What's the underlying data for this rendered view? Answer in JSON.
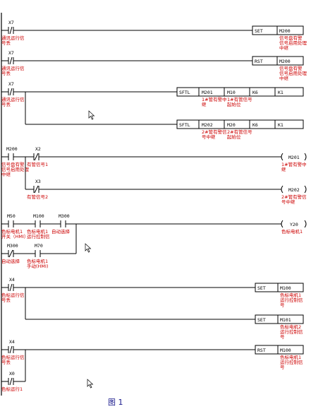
{
  "figure": {
    "caption": "图 1"
  },
  "rungs": {
    "r1": {
      "contact": {
        "addr": "X7",
        "comment": [
          "通讯运行信",
          "号丢"
        ]
      },
      "instr": {
        "op": "SET",
        "dev": "M200",
        "comment": [
          "信号盘有警",
          "信号启用处理",
          "中继"
        ]
      }
    },
    "r2": {
      "contact": {
        "addr": "X7",
        "comment": [
          "通讯运行信",
          "号丢"
        ]
      },
      "instr": {
        "op": "RST",
        "dev": "M200",
        "comment": [
          "信号盘有警",
          "信号启用处理",
          "中继"
        ]
      }
    },
    "r3": {
      "contact": {
        "addr": "X7",
        "comment": [
          "通讯运行信",
          "号丢"
        ]
      },
      "sftl1": {
        "op": "SFTL",
        "a": "M201",
        "b": "M10",
        "c": "K6",
        "d": "K1",
        "comment_a": [
          "1#管有警中",
          "继"
        ],
        "comment_b": [
          "1#有管信号",
          "起始位"
        ]
      },
      "sftl2": {
        "op": "SFTL",
        "a": "M202",
        "b": "M20",
        "c": "K6",
        "d": "K1",
        "comment_a": [
          "2#管有警信",
          "号中继"
        ],
        "comment_b": [
          "2#有管信号",
          "起始位"
        ]
      }
    },
    "r4": {
      "c1": {
        "addr": "M200",
        "comment": [
          "信号盘有警",
          "信号启用处理",
          "中继"
        ]
      },
      "c2": {
        "addr": "X2",
        "comment": [
          "有管信号1"
        ]
      },
      "c3": {
        "addr": "X3",
        "comment": [
          "有管信号2"
        ]
      },
      "coil1": {
        "dev": "M201",
        "comment": [
          "1#管有警中",
          "继"
        ]
      },
      "coil2": {
        "dev": "M202",
        "comment": [
          "2#管有警信",
          "号中继"
        ]
      }
    },
    "r5": {
      "c1": {
        "addr": "M50",
        "comment": [
          "色标电机1",
          "开关（HMI）"
        ]
      },
      "c2": {
        "addr": "M100",
        "comment": [
          "色标电机1",
          "运行控制信"
        ]
      },
      "c3": {
        "addr": "M300",
        "comment": [
          "自动选择"
        ]
      },
      "c4": {
        "addr": "M300",
        "comment": [
          "自动选择"
        ]
      },
      "c5": {
        "addr": "M70",
        "comment": [
          "色标电机1",
          "手动(HMI)"
        ]
      },
      "coil": {
        "dev": "Y20",
        "comment": [
          "色标电机1"
        ]
      }
    },
    "r6": {
      "contact": {
        "addr": "X4",
        "comment": [
          "色标运行信",
          "号丢"
        ]
      },
      "instr1": {
        "op": "SET",
        "dev": "M100",
        "comment": [
          "色标电机1",
          "运行控制信",
          "号"
        ]
      },
      "instr2": {
        "op": "SET",
        "dev": "M101",
        "comment": [
          "色标电机2",
          "运行控制信",
          "号"
        ]
      }
    },
    "r7": {
      "c1": {
        "addr": "X4",
        "comment": [
          "色标运行信",
          "号丢"
        ]
      },
      "c2": {
        "addr": "X0",
        "comment": [
          "色标运行1"
        ]
      },
      "instr": {
        "op": "RST",
        "dev": "M100",
        "comment": [
          "色标电机1",
          "运行控制信",
          "号"
        ]
      }
    }
  }
}
